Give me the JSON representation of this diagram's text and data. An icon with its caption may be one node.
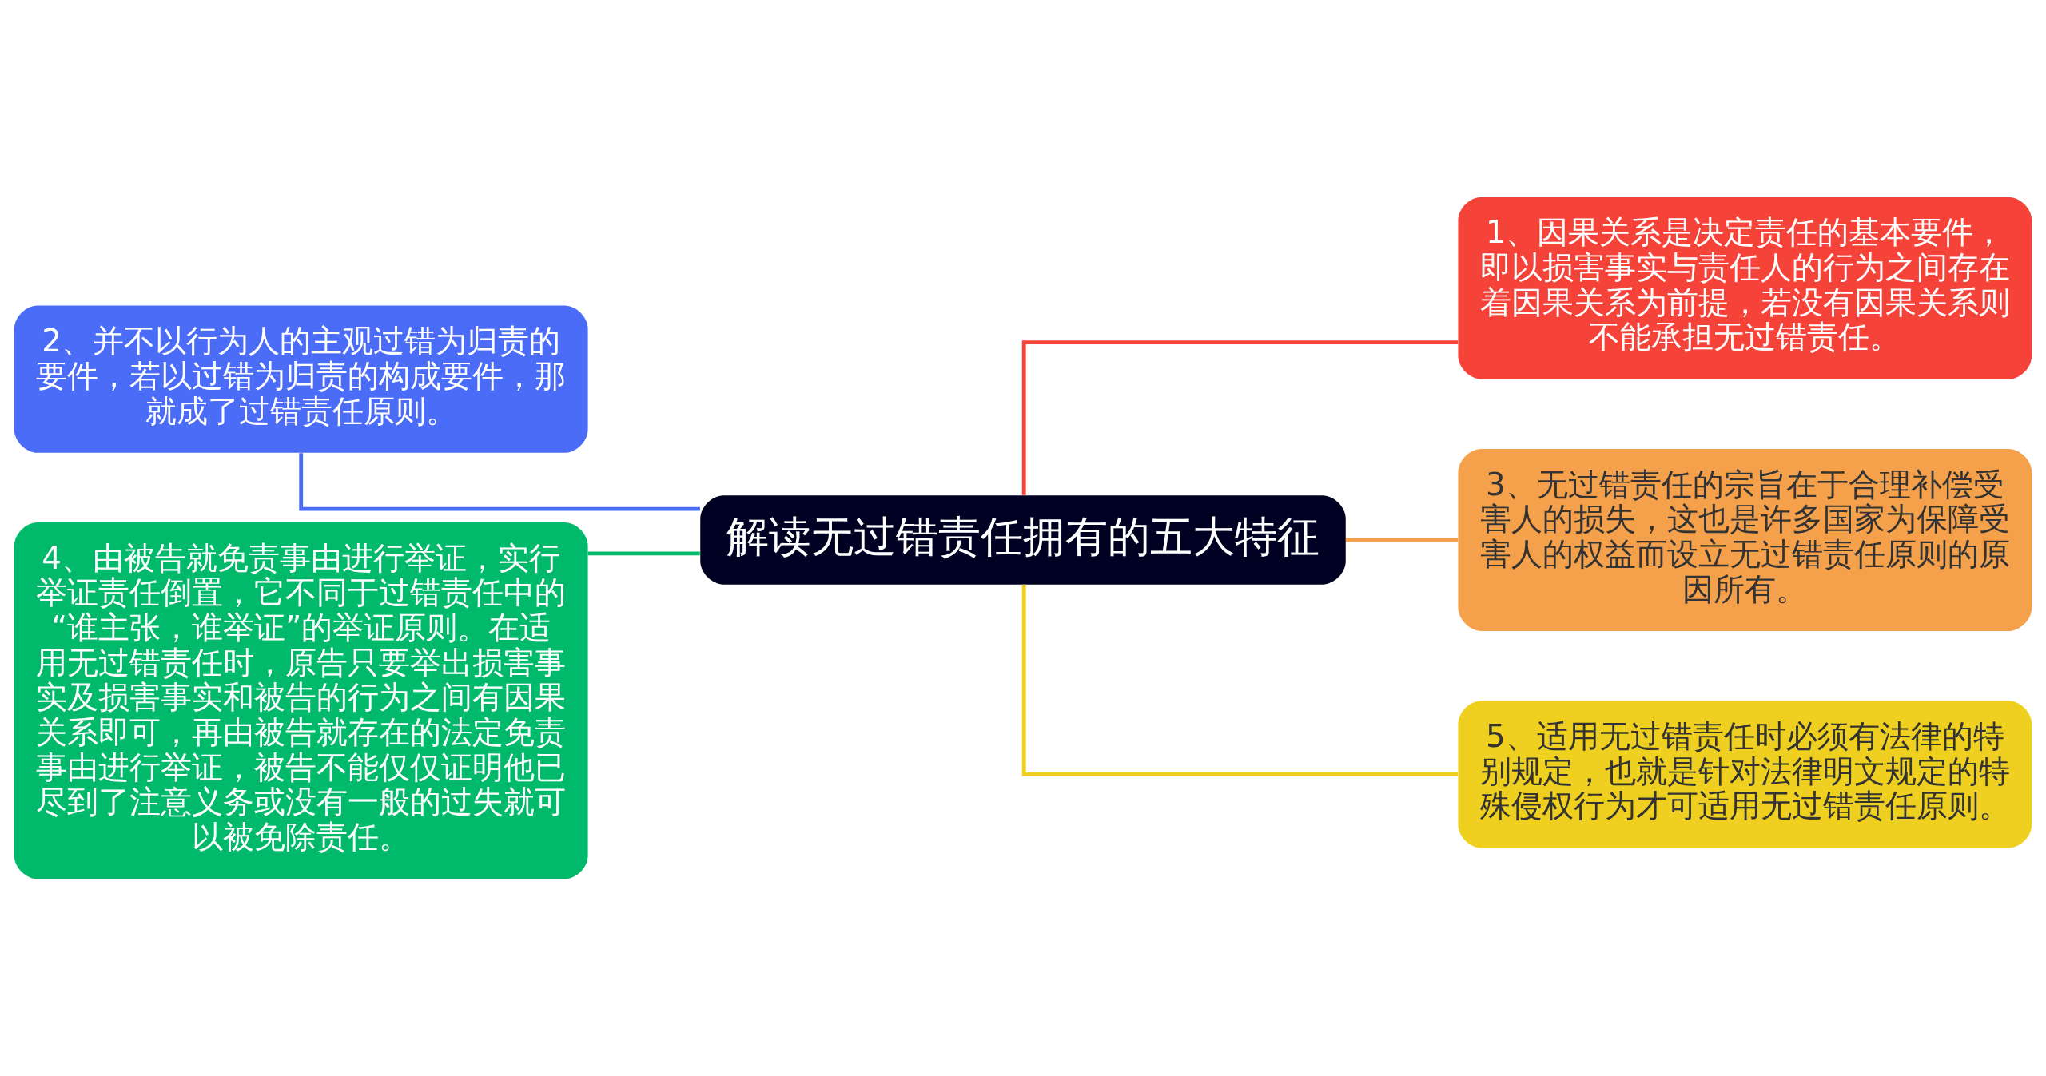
{
  "diagram": {
    "nodes": [
      {
        "text": [
          "解读无过错责任拥有的五大特征"
        ]
      },
      {
        "text": [
          "2、并不以行为人的主观过错为归责的要件，若以过错为归责的构成要件，那就成了过错责任原则。"
        ]
      },
      {
        "text": [
          "4、由被告就免责事由进行举证，实行举证责任倒置，它不同于过错责任中的“谁主张，谁举证”的举证原则。在适用无过错责任时，原告只要举出损害事实及损害事实和被告的行为之间有因果关系即可，再由被告就存在的法定免责事由进行举证，被告不能仅仅证明他已尽到了注意义务或没有一般的过失就可以被免除责任。"
        ]
      },
      {
        "text": [
          "1、因果关系是决定责任的基本要件，即以损害事实与责任人的行为之间存在着因果关系为前提，若没有因果关系则不能承担无过错责任。"
        ]
      },
      {
        "text": [
          "3、无过错责任的宗旨在于合理补偿受害人的损失，这也是许多国家为保障受害人的权益而设立无过错责任原则的原因所有。"
        ]
      },
      {
        "text": [
          "5、适用无过错责任时必须有法律的特别规定，也就是针对法律明文规定的特殊侵权行为才可适用无过错责任原则。"
        ]
      }
    ],
    "edges": [
      {
        "from": 0,
        "to": 1,
        "arrow": "none",
        "color": "#4a6cf7"
      },
      {
        "from": 0,
        "to": 2,
        "arrow": "none",
        "color": "#00b96b"
      },
      {
        "from": 0,
        "to": 3,
        "arrow": "none",
        "color": "#f5433a"
      },
      {
        "from": 0,
        "to": 4,
        "arrow": "none",
        "color": "#f5a04a"
      },
      {
        "from": 0,
        "to": 5,
        "arrow": "none",
        "color": "#efd020"
      }
    ]
  }
}
